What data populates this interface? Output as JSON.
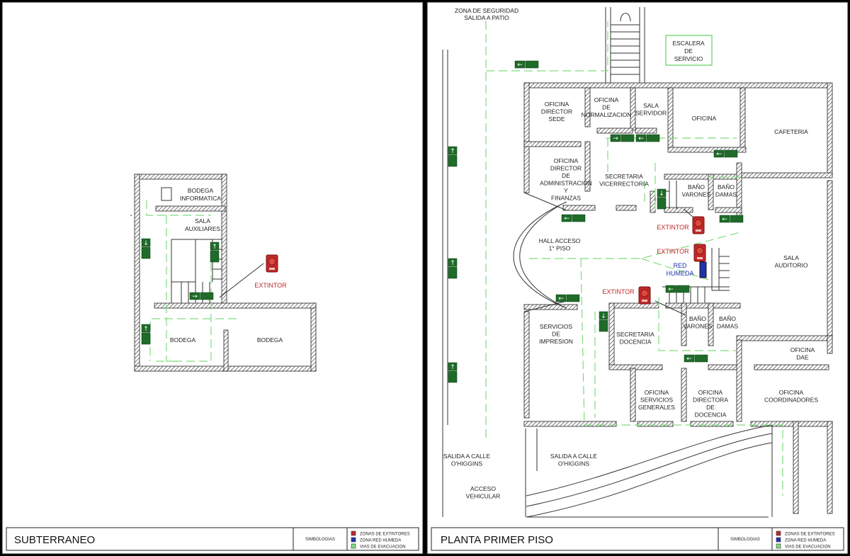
{
  "colors": {
    "route": "#7fdc7f",
    "extinguisher": "#c0282a",
    "red_humeda": "#2233aa",
    "sign": "#1f6b2a"
  },
  "basement": {
    "title": "SUBTERRANEO",
    "legend_title": "SIMBOLOGIAS",
    "rooms": [
      [
        "BODEGA",
        "INFORMATICA"
      ],
      [
        "SALA",
        "AUXILIARES"
      ],
      [
        "BODEGA"
      ],
      [
        "BODEGA"
      ]
    ],
    "extintor": "EXTINTOR"
  },
  "first_floor": {
    "title": "PLANTA PRIMER PISO",
    "legend_title": "SIMBOLOGIAS",
    "zona_seguridad": [
      "ZONA DE SEGURIDAD",
      "SALIDA A PATIO"
    ],
    "escalera": [
      "ESCALERA",
      "DE",
      "SERVICIO"
    ],
    "rooms": {
      "director_sede": [
        "OFICINA",
        "DIRECTOR",
        "SEDE"
      ],
      "normalizacion": [
        "OFICINA",
        "DE",
        "NORMALIZACION"
      ],
      "sala_servidor": [
        "SALA",
        "SERVIDOR"
      ],
      "oficina": [
        "OFICINA"
      ],
      "cafeteria": [
        "CAFETERIA"
      ],
      "admin_finanzas": [
        "OFICINA",
        "DIRECTOR",
        "DE",
        "ADMINISTRACION",
        "Y",
        "FINANZAS"
      ],
      "vicerrectoria": [
        "SECRETARIA",
        "VICERRECTORIA"
      ],
      "bano_varones_1": [
        "BAÑO",
        "VARONES"
      ],
      "bano_damas_1": [
        "BAÑO",
        "DAMAS"
      ],
      "hall": [
        "HALL ACCESO",
        "1° PISO"
      ],
      "auditorio": [
        "SALA",
        "AUDITORIO"
      ],
      "impresion": [
        "SERVICIOS",
        "DE",
        "IMPRESION"
      ],
      "sec_docencia": [
        "SECRETARIA",
        "DOCENCIA"
      ],
      "bano_varones_2": [
        "BAÑO",
        "VARONES"
      ],
      "bano_damas_2": [
        "BAÑO",
        "DAMAS"
      ],
      "dae": [
        "OFICINA",
        "DAE"
      ],
      "servicios_generales": [
        "OFICINA",
        "SERVICIOS",
        "GENERALES"
      ],
      "directora_docencia": [
        "OFICINA",
        "DIRECTORA",
        "DE",
        "DOCENCIA"
      ],
      "coordinadores": [
        "OFICINA",
        "COORDINADORES"
      ],
      "salida_1": [
        "SALIDA A CALLE",
        "O'HIGGINS"
      ],
      "salida_2": [
        "SALIDA A CALLE",
        "O'HIGGINS"
      ],
      "acceso": [
        "ACCESO",
        "VEHICULAR"
      ]
    },
    "extintor_labels": [
      "EXTINTOR",
      "EXTINTOR",
      "EXTINTOR"
    ],
    "red_humeda": [
      "RED",
      "HUMEDA"
    ]
  },
  "legend": [
    {
      "label": "ZONAS DE EXTINTORES",
      "color": "#c0282a"
    },
    {
      "label": "ZONA RED HUMEDA",
      "color": "#2233aa"
    },
    {
      "label": "VIAS DE EVACUACION",
      "color": "#7fdc7f"
    }
  ]
}
